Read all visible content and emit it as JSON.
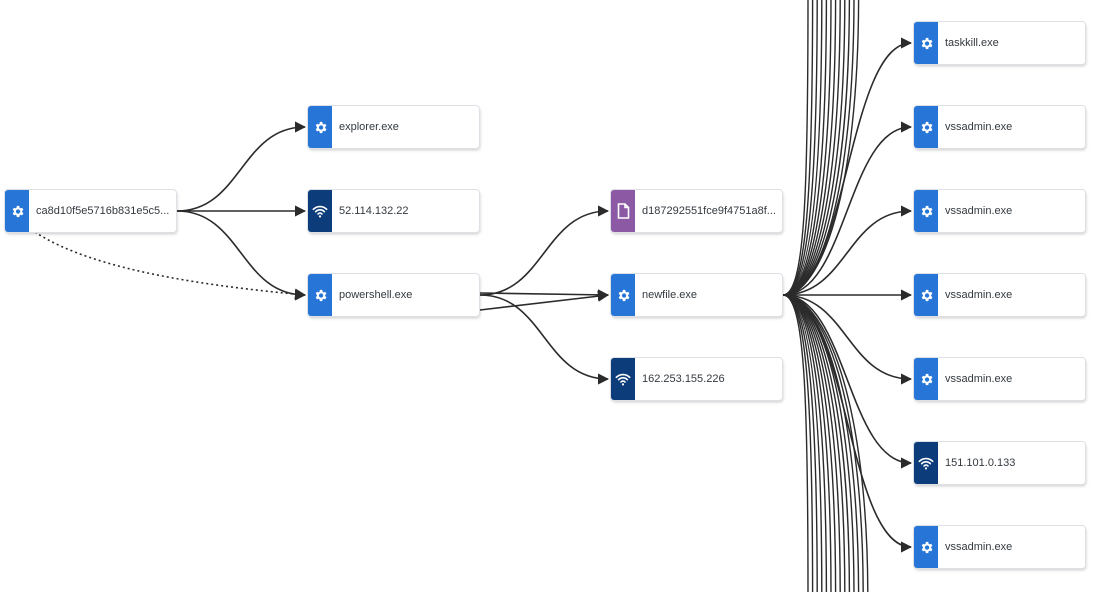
{
  "colors": {
    "process": "#2775d6",
    "network": "#0c3d7a",
    "file": "#8c59a4",
    "edge": "#2b2b2b"
  },
  "nodes": [
    {
      "id": "root",
      "label": "ca8d10f5e5716b831e5c5...",
      "type": "process",
      "icon": "gear-icon"
    },
    {
      "id": "explorer",
      "label": "explorer.exe",
      "type": "process",
      "icon": "gear-icon"
    },
    {
      "id": "ip1",
      "label": "52.114.132.22",
      "type": "network",
      "icon": "wifi-icon"
    },
    {
      "id": "powershell",
      "label": "powershell.exe",
      "type": "process",
      "icon": "gear-icon"
    },
    {
      "id": "file1",
      "label": "d187292551fce9f4751a8f...",
      "type": "file",
      "icon": "file-icon"
    },
    {
      "id": "newfile",
      "label": "newfile.exe",
      "type": "process",
      "icon": "gear-icon"
    },
    {
      "id": "ip2",
      "label": "162.253.155.226",
      "type": "network",
      "icon": "wifi-icon"
    },
    {
      "id": "taskkill",
      "label": "taskkill.exe",
      "type": "process",
      "icon": "gear-icon"
    },
    {
      "id": "vss1",
      "label": "vssadmin.exe",
      "type": "process",
      "icon": "gear-icon"
    },
    {
      "id": "vss2",
      "label": "vssadmin.exe",
      "type": "process",
      "icon": "gear-icon"
    },
    {
      "id": "vss3",
      "label": "vssadmin.exe",
      "type": "process",
      "icon": "gear-icon"
    },
    {
      "id": "vss4",
      "label": "vssadmin.exe",
      "type": "process",
      "icon": "gear-icon"
    },
    {
      "id": "ip3",
      "label": "151.101.0.133",
      "type": "network",
      "icon": "wifi-icon"
    },
    {
      "id": "vss5",
      "label": "vssadmin.exe",
      "type": "process",
      "icon": "gear-icon"
    }
  ],
  "edges": [
    {
      "from": "root",
      "to": "explorer",
      "style": "solid"
    },
    {
      "from": "root",
      "to": "ip1",
      "style": "solid"
    },
    {
      "from": "root",
      "to": "powershell",
      "style": "solid"
    },
    {
      "from": "root",
      "to": "powershell",
      "style": "dotted"
    },
    {
      "from": "powershell",
      "to": "file1",
      "style": "solid"
    },
    {
      "from": "powershell",
      "to": "newfile",
      "style": "solid"
    },
    {
      "from": "powershell",
      "to": "newfile",
      "style": "solid"
    },
    {
      "from": "powershell",
      "to": "ip2",
      "style": "solid"
    },
    {
      "from": "newfile",
      "to": "taskkill",
      "style": "solid"
    },
    {
      "from": "newfile",
      "to": "vss1",
      "style": "solid"
    },
    {
      "from": "newfile",
      "to": "vss2",
      "style": "solid"
    },
    {
      "from": "newfile",
      "to": "vss3",
      "style": "solid"
    },
    {
      "from": "newfile",
      "to": "vss4",
      "style": "solid"
    },
    {
      "from": "newfile",
      "to": "ip3",
      "style": "solid"
    },
    {
      "from": "newfile",
      "to": "vss5",
      "style": "solid"
    },
    {
      "from": "newfile",
      "to": "offscreen-above",
      "count": 12,
      "style": "solid"
    },
    {
      "from": "newfile",
      "to": "offscreen-below",
      "count": 14,
      "style": "solid"
    }
  ]
}
